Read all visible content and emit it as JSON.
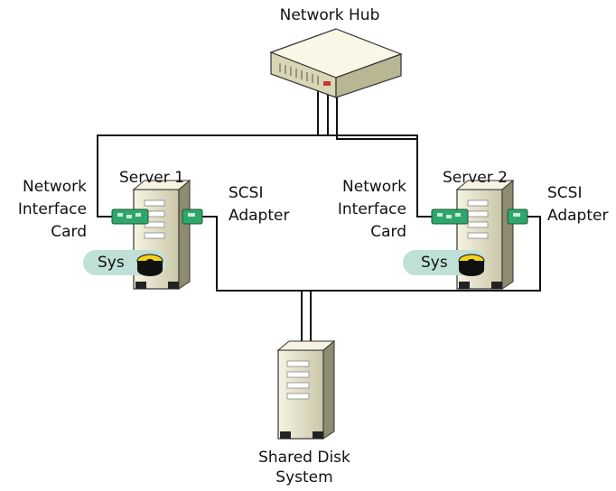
{
  "hub": {
    "label": "Network Hub"
  },
  "servers": [
    {
      "name": "Server 1",
      "nic_label": [
        "Network",
        "Interface",
        "Card"
      ],
      "scsi_label": [
        "SCSI",
        "Adapter"
      ],
      "disk_label": "Sys"
    },
    {
      "name": "Server 2",
      "nic_label": [
        "Network",
        "Interface",
        "Card"
      ],
      "scsi_label": [
        "SCSI",
        "Adapter"
      ],
      "disk_label": "Sys"
    }
  ],
  "shared_disk": {
    "label": [
      "Shared Disk",
      "System"
    ]
  },
  "colors": {
    "cable": "#111111",
    "tower_body": "#e9e7cf",
    "tower_dark": "#4a4a40",
    "card_green": "#2fa76a",
    "sys_pill": "#bfe0d6",
    "hub_body": "#ecebc9"
  }
}
